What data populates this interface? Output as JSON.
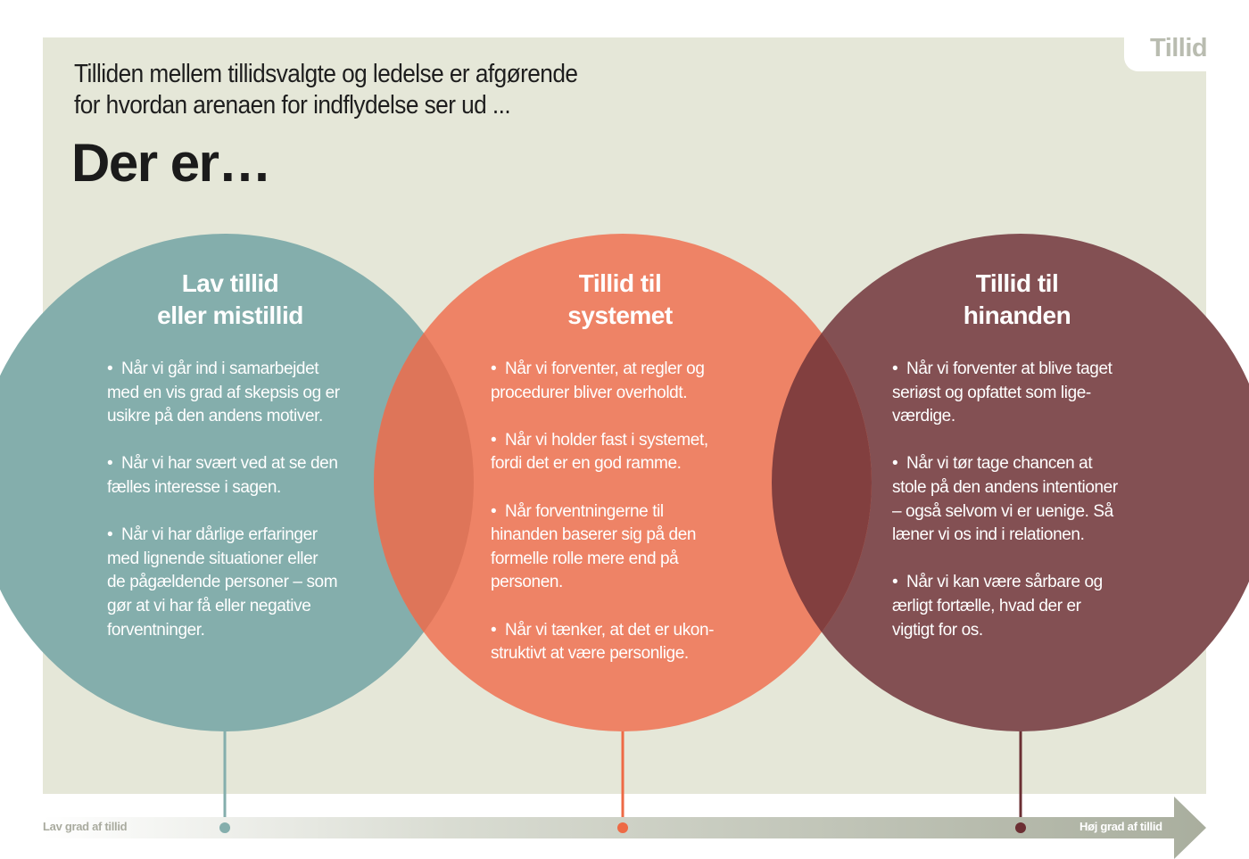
{
  "tab_label": "Tillid",
  "intro": [
    "Tilliden mellem tillidsvalgte og ledelse er afgørende",
    "for hvordan arenaen for indflydelse ser ud ..."
  ],
  "title": "Der er…",
  "colors": {
    "teal": "#84aeac",
    "orange": "#ee8366",
    "maroon": "#835053",
    "overlap_left": "#de7559",
    "overlap_right": "#823f3f",
    "background": "#e5e7d8"
  },
  "circles": [
    {
      "heading": [
        "Lav tillid",
        "eller mistillid"
      ],
      "bullets": [
        [
          "Når vi går ind i samarbejdet",
          "med en vis grad af skepsis og er",
          "usikre på den andens motiver."
        ],
        [
          "Når vi har svært ved at se den",
          "fælles interesse i sagen."
        ],
        [
          "Når vi har dårlige erfaringer",
          "med lignende situationer eller",
          "de pågældende personer – som",
          "gør at vi har få eller negative",
          "forventninger."
        ]
      ]
    },
    {
      "heading": [
        "Tillid til",
        "systemet"
      ],
      "bullets": [
        [
          "Når vi forventer, at regler og",
          "procedurer bliver overholdt."
        ],
        [
          "Når vi holder fast i systemet,",
          "fordi det er en god ramme."
        ],
        [
          "Når forventningerne til",
          "hinanden baserer sig på den",
          "formelle rolle mere end på",
          "personen."
        ],
        [
          "Når vi tænker, at det er ukon-",
          "struktivt at være personlige."
        ]
      ]
    },
    {
      "heading": [
        "Tillid til",
        "hinanden"
      ],
      "bullets": [
        [
          "Når vi forventer at blive taget",
          "seriøst og opfattet som lige-",
          "værdige."
        ],
        [
          "Når vi tør tage chancen at",
          "stole på den andens intentioner",
          "– også selvom vi er uenige. Så",
          "læner vi os ind i relationen."
        ],
        [
          "Når vi kan være sårbare og",
          "ærligt  fortælle, hvad der er",
          "vigtigt for os."
        ]
      ]
    }
  ],
  "axis": {
    "low_label": "Lav grad af tillid",
    "high_label": "Høj grad af tillid"
  }
}
